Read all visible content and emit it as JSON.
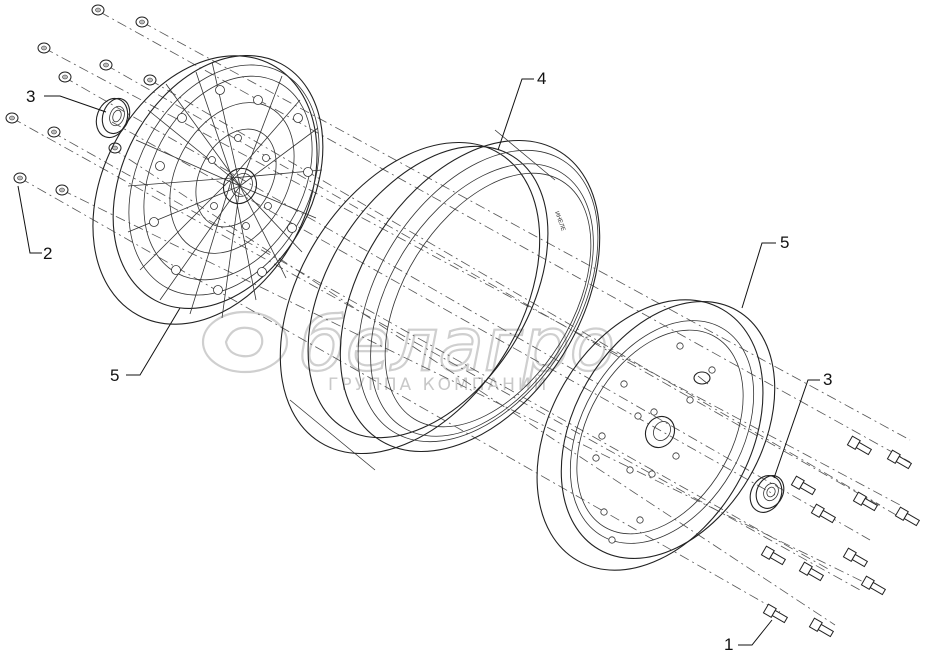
{
  "callouts": {
    "part1": "1",
    "part2": "2",
    "part3_left": "3",
    "part3_right": "3",
    "part4": "4",
    "part5_left": "5",
    "part5_right": "5"
  },
  "watermark": {
    "brand": "белагро",
    "tagline": "ГРУППА КОМПАНИЙ"
  },
  "rim_marking": "ИНЕЛЕ",
  "colors": {
    "ink": "#222222",
    "watermark": "#cfcfcf",
    "background": "#ffffff"
  }
}
